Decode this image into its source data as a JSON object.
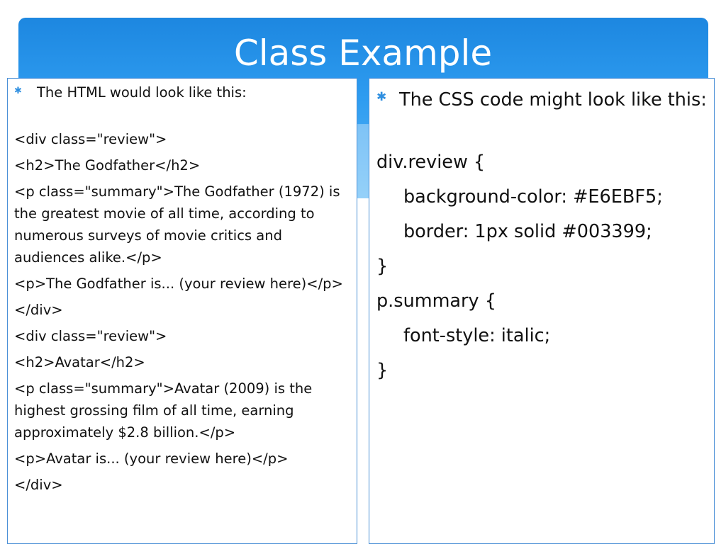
{
  "slide": {
    "title": "Class Example",
    "left": {
      "bullet": "The HTML would look like this:",
      "lines": [
        "<div class=\"review\">",
        "<h2>The Godfather</h2>",
        "<p class=\"summary\">The Godfather (1972) is the greatest movie of all time, according to numerous surveys of movie critics and audiences alike.</p>",
        "<p>The Godfather is... (your review here)</p>",
        "</div>",
        "<div class=\"review\">",
        "<h2>Avatar</h2>",
        "<p class=\"summary\">Avatar (2009) is the highest grossing film of all time, earning approximately $2.8 billion.</p>",
        "<p>Avatar is... (your review here)</p>",
        "</div>"
      ]
    },
    "right": {
      "bullet": "The CSS code might look like this:",
      "lines": [
        "div.review {",
        "background-color: #E6EBF5;",
        "border: 1px solid #003399;",
        "}",
        "p.summary {",
        "font-style: italic;",
        "}"
      ]
    }
  },
  "colors": {
    "title_bar": "#2e9cf0",
    "panel_border": "#4a8fd6",
    "bullet": "#2f8fe0"
  },
  "icons": {
    "bullet": "asterisk-bullet-icon"
  }
}
